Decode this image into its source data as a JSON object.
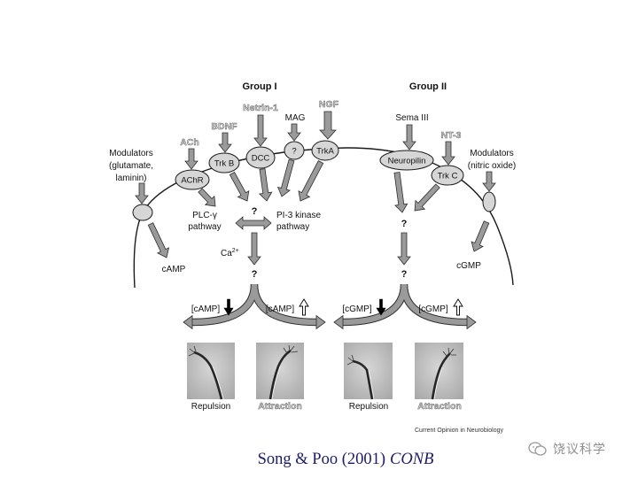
{
  "groups": {
    "group1": "Group I",
    "group2": "Group II"
  },
  "ligands": {
    "netrin": "Netrin-1",
    "ngf": "NGF",
    "mag": "MAG",
    "bdnf": "BDNF",
    "ach": "ACh",
    "sema": "Sema III",
    "nt3": "NT-3"
  },
  "modulators_left": [
    "Modulators",
    "(glutamate,",
    "laminin)"
  ],
  "modulators_right": [
    "Modulators",
    "(nitric oxide)"
  ],
  "receptors": {
    "achr": "AChR",
    "trkb": "Trk B",
    "dcc": "DCC",
    "mag_receptor": "?",
    "trka": "TrkA",
    "neuropilin": "Neuropilin",
    "trkc": "Trk C"
  },
  "pathways": {
    "plc": [
      "PLC-γ",
      "pathway"
    ],
    "pi3k": [
      "PI-3 kinase",
      "pathway"
    ],
    "crosstalk": "?"
  },
  "second_messengers": {
    "camp": "cAMP",
    "cgmp": "cGMP",
    "ca": "Ca",
    "ca_charge": "2+"
  },
  "unknowns": {
    "group1_downstream": "?",
    "group2_upstream": "?",
    "group2_downstream": "?"
  },
  "outcomes": [
    {
      "label": "[cAMP]",
      "direction": "down"
    },
    {
      "label": "[cAMP]",
      "direction": "up"
    },
    {
      "label": "[cGMP]",
      "direction": "down"
    },
    {
      "label": "[cGMP]",
      "direction": "up"
    }
  ],
  "panels": [
    {
      "label": "Repulsion"
    },
    {
      "label": "Attraction"
    },
    {
      "label": "Repulsion"
    },
    {
      "label": "Attraction"
    }
  ],
  "source": "Current Opinion in Neurobiology",
  "citation": {
    "authors": "Song & Poo (2001)",
    "journal": "CONB"
  },
  "watermark": {
    "text": "饶议科学",
    "icon": "wechat-icon"
  },
  "colors": {
    "arrow_fill": "#9a9a9a",
    "arrow_stroke": "#2e2e2e",
    "receptor_fill": "#d6d6d6",
    "citation_text": "#1c1c6b",
    "watermark": "#8f8f8f"
  }
}
